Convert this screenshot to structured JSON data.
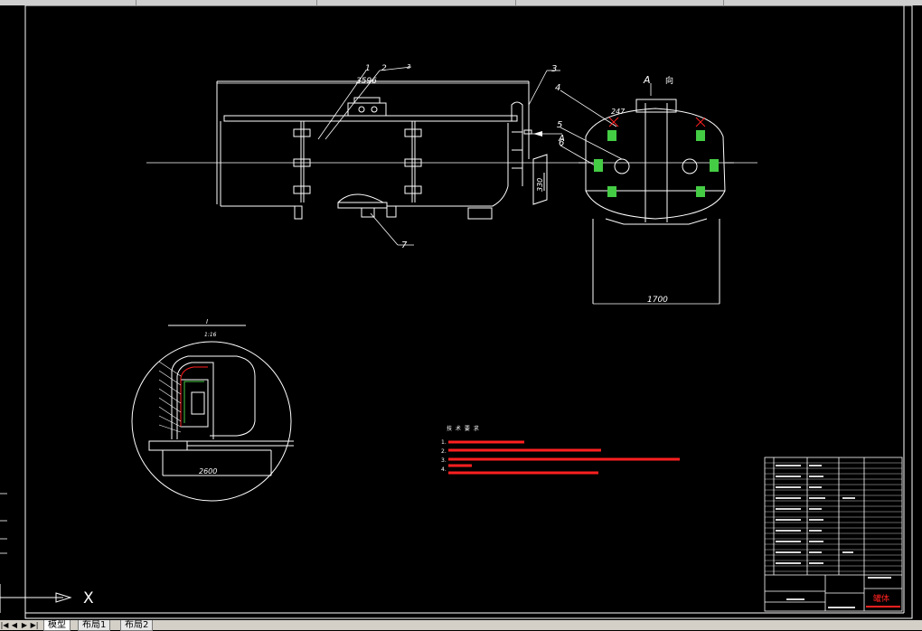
{
  "drawing": {
    "dim_total_length": "3596",
    "dim_flange_offset": "247",
    "dim_side_height": "330",
    "dim_width": "1700",
    "dim_detail_diameter": "2600",
    "view_label": "A",
    "view_label_suffix": "向",
    "section_arrow_label": "A",
    "callouts": [
      "1",
      "2",
      "3",
      "3",
      "4",
      "5",
      "6",
      "7"
    ],
    "detail_label": "I",
    "detail_scale": "1:16"
  },
  "tech": {
    "title": "技 术 要 求",
    "lines": [
      "1.",
      "2.",
      "3.",
      "4."
    ]
  },
  "title_block": {
    "drawing_name": "罐体"
  },
  "ucs": {
    "x_label": "X"
  },
  "tabs": [
    {
      "label": "模型"
    },
    {
      "label": "布局1"
    },
    {
      "label": "布局2"
    }
  ],
  "colors": {
    "background": "#000000",
    "lines": "#ffffff",
    "dims": "#ffffff",
    "annotation": "#ff2020",
    "parts": "#44cc44"
  }
}
